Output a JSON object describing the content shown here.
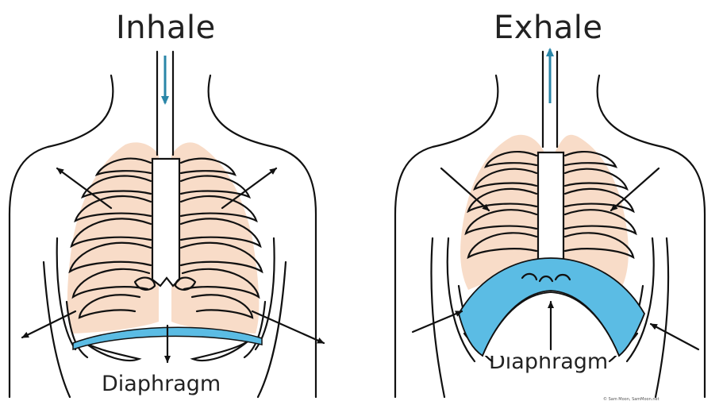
{
  "left_panel": {
    "title": "Inhale",
    "label": "Diaphragm"
  },
  "right_panel": {
    "title": "Exhale",
    "label": "Diaphragm"
  },
  "credit": "© Sam Moon, SamMoon.net",
  "colors": {
    "lung": "#f8dcc8",
    "diaphragm": "#5bbce4",
    "airflow_arrow": "#2a86a8",
    "outline": "#111111"
  }
}
